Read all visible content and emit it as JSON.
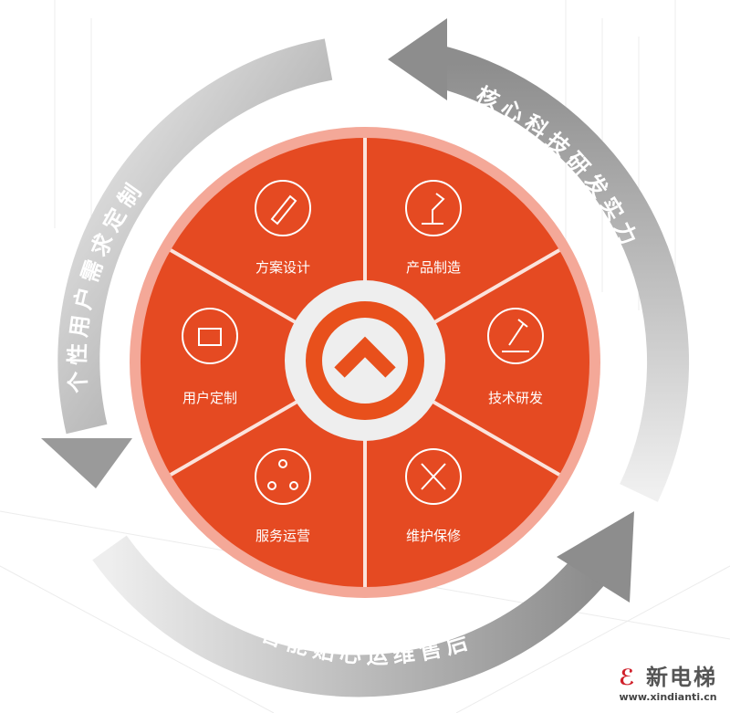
{
  "outer_arcs": [
    {
      "label": "个性用户需求定制"
    },
    {
      "label": "核心科技研发实力"
    },
    {
      "label": "智能贴心运维售后"
    }
  ],
  "sectors": [
    {
      "label": "方案设计",
      "icon": "pencil-ruler-icon"
    },
    {
      "label": "产品制造",
      "icon": "robot-arm-icon"
    },
    {
      "label": "技术研发",
      "icon": "microscope-icon"
    },
    {
      "label": "维护保修",
      "icon": "wrench-screwdriver-icon"
    },
    {
      "label": "服务运营",
      "icon": "cycle-nodes-icon"
    },
    {
      "label": "用户定制",
      "icon": "hand-heart-icon"
    }
  ],
  "center": {
    "icon": "chevron-up-logo-icon"
  },
  "watermark": {
    "name": "新电梯",
    "url": "www.xindianti.cn"
  },
  "colors": {
    "primary": "#e54a22",
    "ring": "#f4a898",
    "arrow": "#9a9a9a",
    "center_bg": "#eeeeee"
  }
}
